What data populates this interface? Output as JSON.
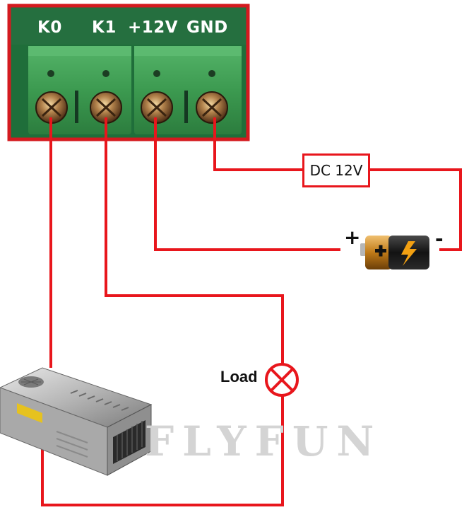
{
  "terminals": [
    {
      "id": "k0",
      "label": "K0"
    },
    {
      "id": "k1",
      "label": "K1"
    },
    {
      "id": "v12",
      "label": "+12V"
    },
    {
      "id": "gnd",
      "label": "GND"
    }
  ],
  "power_label": "DC 12V",
  "battery": {
    "plus": "+",
    "minus": "-"
  },
  "load_label": "Load",
  "watermark": "FLYFUN",
  "colors": {
    "wire": "#e8161c",
    "board_frame": "#d41a1f",
    "terminal_green": "#3d9a52",
    "pcb_green": "#1f6e3a"
  },
  "icons": [
    "battery-icon",
    "lamp-icon",
    "power-supply-icon",
    "terminal-screw-icon"
  ]
}
